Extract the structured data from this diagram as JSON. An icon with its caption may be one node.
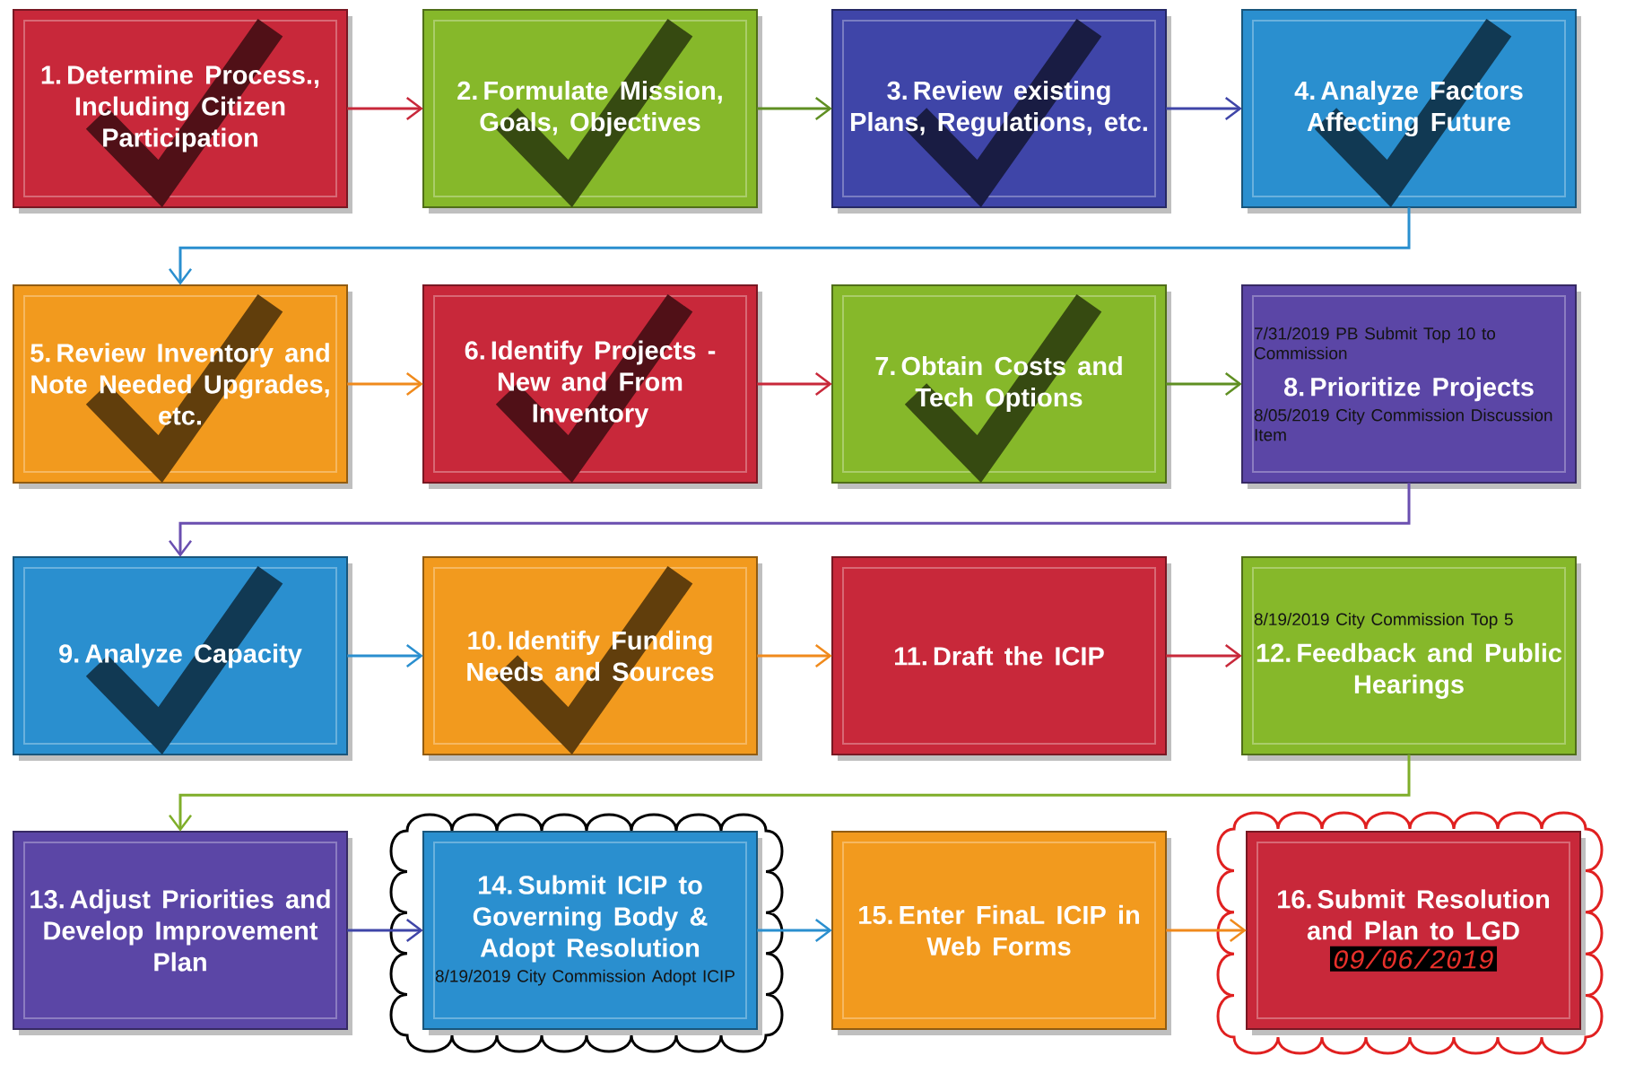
{
  "diagram": {
    "nodes": [
      {
        "text": [
          "1. Determine Process., Including Citizen Participation"
        ]
      },
      {
        "text": [
          "2. Formulate Mission, Goals, Objectives"
        ]
      },
      {
        "text": [
          "3. Review existing Plans, Regulations, etc."
        ]
      },
      {
        "text": [
          "4. Analyze Factors Affecting Future"
        ]
      },
      {
        "text": [
          "5. Review Inventory and Note Needed Upgrades, etc."
        ]
      },
      {
        "text": [
          "6. Identify Projects - New and From Inventory"
        ]
      },
      {
        "text": [
          "7. Obtain Costs and Tech Options"
        ]
      },
      {
        "text": [
          "7/31/2019 PB Submit Top 10 to Commission",
          "8. Prioritize Projects",
          "8/05/2019 City Commission Discussion Item"
        ]
      },
      {
        "text": [
          "9. Analyze Capacity"
        ]
      },
      {
        "text": [
          "10. Identify Funding Needs and Sources"
        ]
      },
      {
        "text": [
          "11. Draft the ICIP"
        ]
      },
      {
        "text": [
          "8/19/2019 City Commission Top 5",
          "12. Feedback and Public Hearings"
        ]
      },
      {
        "text": [
          "13. Adjust Priorities and Develop Improvement Plan"
        ]
      },
      {
        "text": [],
        "shape": "cloud"
      },
      {
        "text": [
          "14. Submit ICIP to Governing Body & Adopt Resolution",
          "8/19/2019 City Commission Adopt ICIP"
        ],
        "in": 13
      },
      {
        "text": [
          "15. Enter FinaL ICIP in Web Forms"
        ]
      },
      {
        "text": [],
        "shape": "cloud"
      },
      {
        "text": [
          "16. Submit Resolution and Plan to LGD",
          "09/06/2019"
        ],
        "in": 16
      }
    ],
    "edges": [
      {
        "from": 0,
        "to": 1,
        "arrow": "to",
        "color": "#c8283a"
      },
      {
        "from": 1,
        "to": 2,
        "arrow": "to",
        "color": "#5f8f22"
      },
      {
        "from": 2,
        "to": 3,
        "arrow": "to",
        "color": "#3f45a8"
      },
      {
        "from": 3,
        "to": 4,
        "arrow": "to",
        "color": "#2a8fcf"
      },
      {
        "from": 4,
        "to": 5,
        "arrow": "to",
        "color": "#f08a1c"
      },
      {
        "from": 5,
        "to": 6,
        "arrow": "to",
        "color": "#c8283a"
      },
      {
        "from": 6,
        "to": 7,
        "arrow": "to",
        "color": "#5f8f22"
      },
      {
        "from": 7,
        "to": 8,
        "arrow": "to",
        "color": "#6a4fb0"
      },
      {
        "from": 8,
        "to": 9,
        "arrow": "to",
        "color": "#2a8fcf"
      },
      {
        "from": 9,
        "to": 10,
        "arrow": "to",
        "color": "#f08a1c"
      },
      {
        "from": 10,
        "to": 11,
        "arrow": "to",
        "color": "#c8283a"
      },
      {
        "from": 11,
        "to": 12,
        "arrow": "to",
        "color": "#7fae2a"
      },
      {
        "from": 12,
        "to": 14,
        "arrow": "to",
        "color": "#3f45a8"
      },
      {
        "from": 14,
        "to": 15,
        "arrow": "to",
        "color": "#2a8fcf"
      },
      {
        "from": 15,
        "to": 17,
        "arrow": "to",
        "color": "#f08a1c"
      }
    ]
  }
}
